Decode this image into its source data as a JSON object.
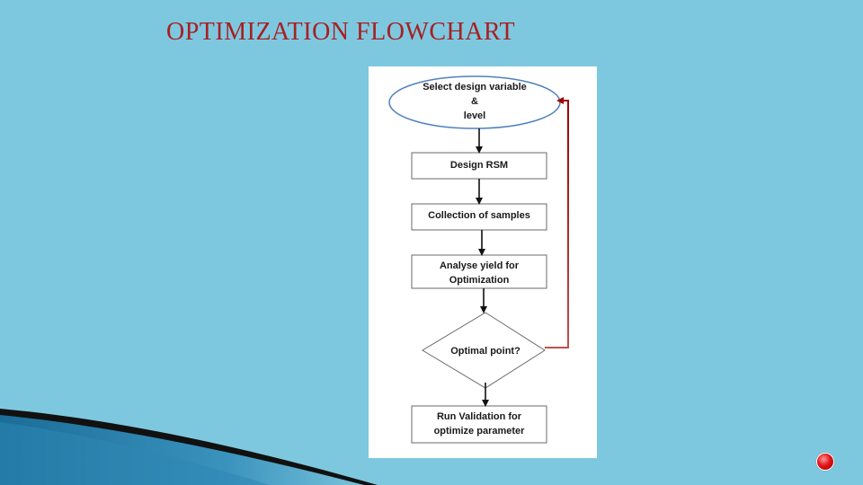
{
  "slide": {
    "title": "OPTIMIZATION FLOWCHART"
  },
  "flowchart": {
    "nodes": [
      {
        "id": "select",
        "shape": "ellipse",
        "lines": [
          "Select design variable",
          "&",
          "level"
        ]
      },
      {
        "id": "design",
        "shape": "rect",
        "lines": [
          "Design RSM"
        ]
      },
      {
        "id": "collect",
        "shape": "rect",
        "lines": [
          "Collection of samples"
        ]
      },
      {
        "id": "analyse",
        "shape": "rect",
        "lines": [
          "Analyse yield for",
          "Optimization"
        ]
      },
      {
        "id": "decision",
        "shape": "diamond",
        "lines": [
          "Optimal point?"
        ]
      },
      {
        "id": "validate",
        "shape": "rect",
        "lines": [
          "Run Validation for",
          "optimize parameter"
        ]
      }
    ],
    "edges": [
      {
        "from": "select",
        "to": "design"
      },
      {
        "from": "design",
        "to": "collect"
      },
      {
        "from": "collect",
        "to": "analyse"
      },
      {
        "from": "analyse",
        "to": "decision"
      },
      {
        "from": "decision",
        "to": "validate"
      },
      {
        "from": "decision",
        "to": "select",
        "loop": true
      }
    ],
    "colors": {
      "node_stroke": "#6a6a6a",
      "ellipse_stroke": "#4f81bd",
      "arrow": "#111111",
      "loop_arrow_start": "#c0504d",
      "loop_arrow_end": "#a00000"
    }
  },
  "theme": {
    "background": "#7ec8df",
    "title_color": "#a81f22",
    "corner_dark": "#1a1a1a",
    "corner_blue": "#1b6f9a"
  }
}
